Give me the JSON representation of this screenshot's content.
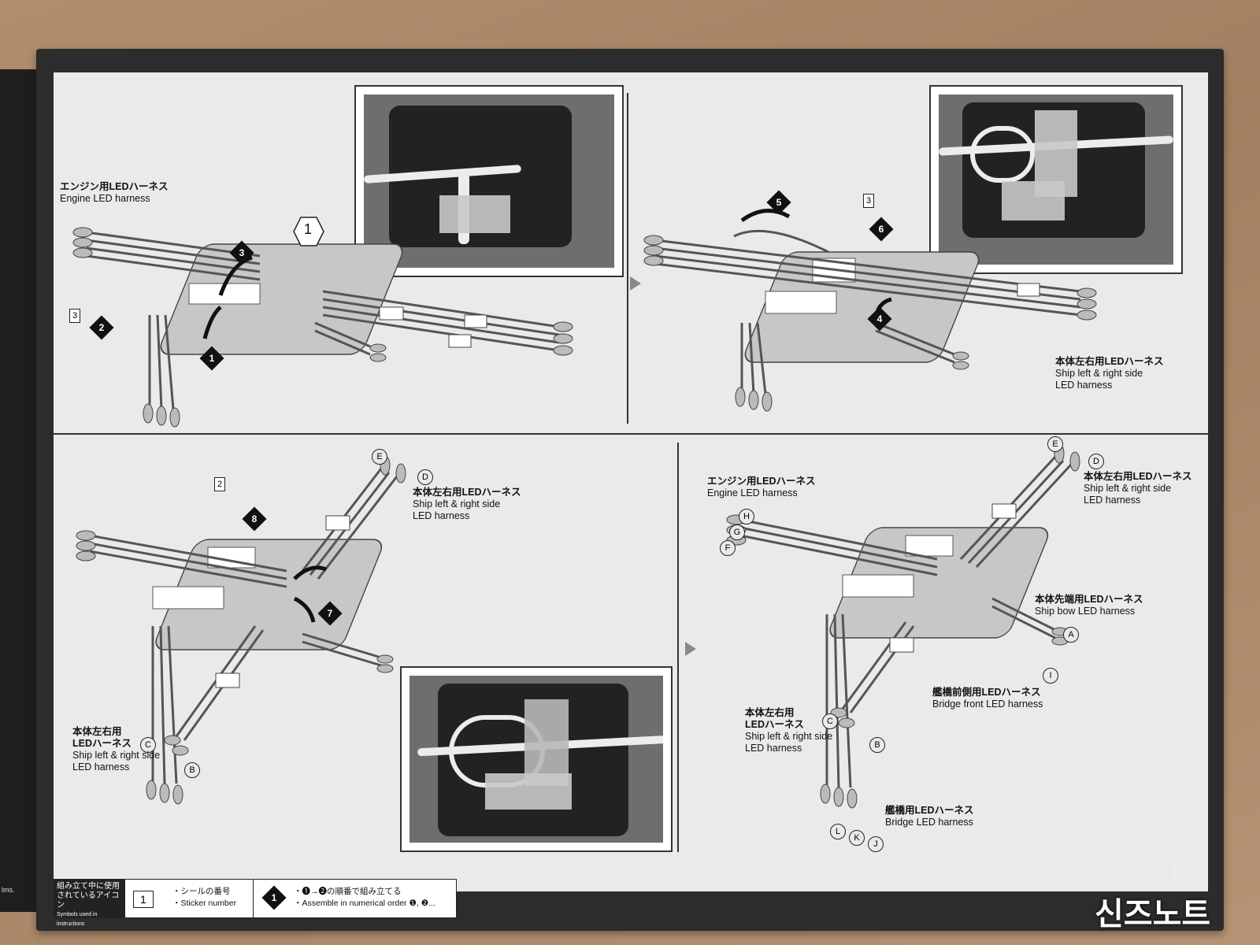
{
  "page_number": "13",
  "watermark": "신즈노트",
  "prev_page_caption": "lms.",
  "panels": {
    "p1": {
      "hex_step": "1",
      "engine_label_jp": "エンジン用LEDハーネス",
      "engine_label_en": "Engine LED harness",
      "sticker": "3",
      "steps": [
        "1",
        "2",
        "3"
      ]
    },
    "p2": {
      "sticker": "3",
      "steps": [
        "4",
        "5",
        "6"
      ],
      "ship_label_jp": "本体左右用LEDハーネス",
      "ship_label_en1": "Ship left & right side",
      "ship_label_en2": "LED harness"
    },
    "p3": {
      "sticker": "2",
      "steps": [
        "7",
        "8"
      ],
      "ship_label_jp": "本体左右用LEDハーネス",
      "ship_label_en1": "Ship left & right side",
      "ship_label_en2": "LED harness",
      "ship_label2_jp1": "本体左右用",
      "ship_label2_jp2": "LEDハーネス",
      "ship_label2_en1": "Ship left & right side",
      "ship_label2_en2": "LED harness",
      "letters": [
        "E",
        "D",
        "C",
        "B"
      ]
    },
    "p4": {
      "engine_label_jp": "エンジン用LEDハーネス",
      "engine_label_en": "Engine LED harness",
      "ship_label_jp": "本体左右用LEDハーネス",
      "ship_label_en1": "Ship left & right side",
      "ship_label_en2": "LED harness",
      "bow_label_jp": "本体先端用LEDハーネス",
      "bow_label_en": "Ship bow LED harness",
      "bridge_front_jp": "艦橋前側用LEDハーネス",
      "bridge_front_en": "Bridge front LED harness",
      "ship2_jp1": "本体左右用",
      "ship2_jp2": "LEDハーネス",
      "ship2_en1": "Ship left & right side",
      "ship2_en2": "LED harness",
      "bridge_jp": "艦橋用LEDハーネス",
      "bridge_en": "Bridge LED harness",
      "letters": [
        "E",
        "D",
        "H",
        "G",
        "F",
        "A",
        "I",
        "C",
        "B",
        "L",
        "K",
        "J"
      ]
    }
  },
  "legend": {
    "header_jp1": "組み立て中に使用",
    "header_jp2": "されているアイコン",
    "header_en": "Symbols used in instructions",
    "sticker_num": "1",
    "sticker_jp": "・シールの番号",
    "sticker_en": "・Sticker number",
    "step_num": "1",
    "step_jp": "・❶→❷の順番で組み立てる",
    "step_en": "・Assemble in numerical order ❶, ❷..."
  }
}
